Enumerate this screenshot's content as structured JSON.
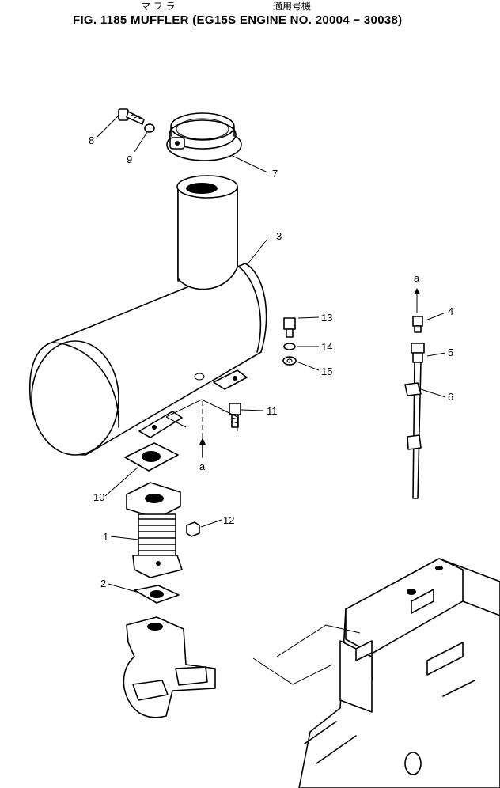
{
  "header": {
    "jp_part_name": "マ フ ラ",
    "jp_applicable": "適用号機",
    "title": "FIG. 1185   MUFFLER (EG15S ENGINE NO. 20004 − 30038)"
  },
  "callouts": {
    "c1": "1",
    "c2": "2",
    "c3": "3",
    "c4": "4",
    "c5": "5",
    "c6": "6",
    "c7": "7",
    "c8": "8",
    "c9": "9",
    "c10": "10",
    "c11": "11",
    "c12": "12",
    "c13": "13",
    "c14": "14",
    "c15": "15",
    "ref_a_muffler": "a",
    "ref_a_pipe": "a"
  }
}
